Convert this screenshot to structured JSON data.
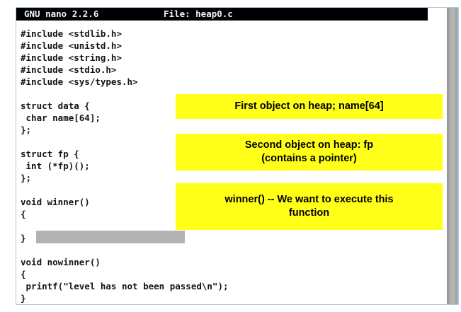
{
  "editor": {
    "title_bar": {
      "app_label": "GNU nano 2.2.6",
      "file_label": "File: heap0.c"
    },
    "code": "#include <stdlib.h>\n#include <unistd.h>\n#include <string.h>\n#include <stdio.h>\n#include <sys/types.h>\n\nstruct data {\n char name[64];\n};\n\nstruct fp {\n int (*fp)();\n};\n\nvoid winner()\n{\n\n}\n\nvoid nowinner()\n{\n printf(\"level has not been passed\\n\");\n}",
    "redaction_bar_label": "",
    "cursor_label": ""
  },
  "annotations": [
    {
      "id": "first-object",
      "line1": "First object on heap; name[64]",
      "line2": ""
    },
    {
      "id": "second-object",
      "line1": "Second object on heap: fp",
      "line2": "(contains a pointer)"
    },
    {
      "id": "winner-function",
      "line1": "winner() -- We want to execute this",
      "line2": "function"
    }
  ],
  "colors": {
    "callout_background": "#ffff1a",
    "title_bar_background": "#000000",
    "title_bar_text": "#f2f2f2",
    "redaction_bar": "#b3b3b3",
    "editor_border": "#a8c6e0",
    "scrollbar": "#adadad",
    "code_text": "#141414"
  }
}
